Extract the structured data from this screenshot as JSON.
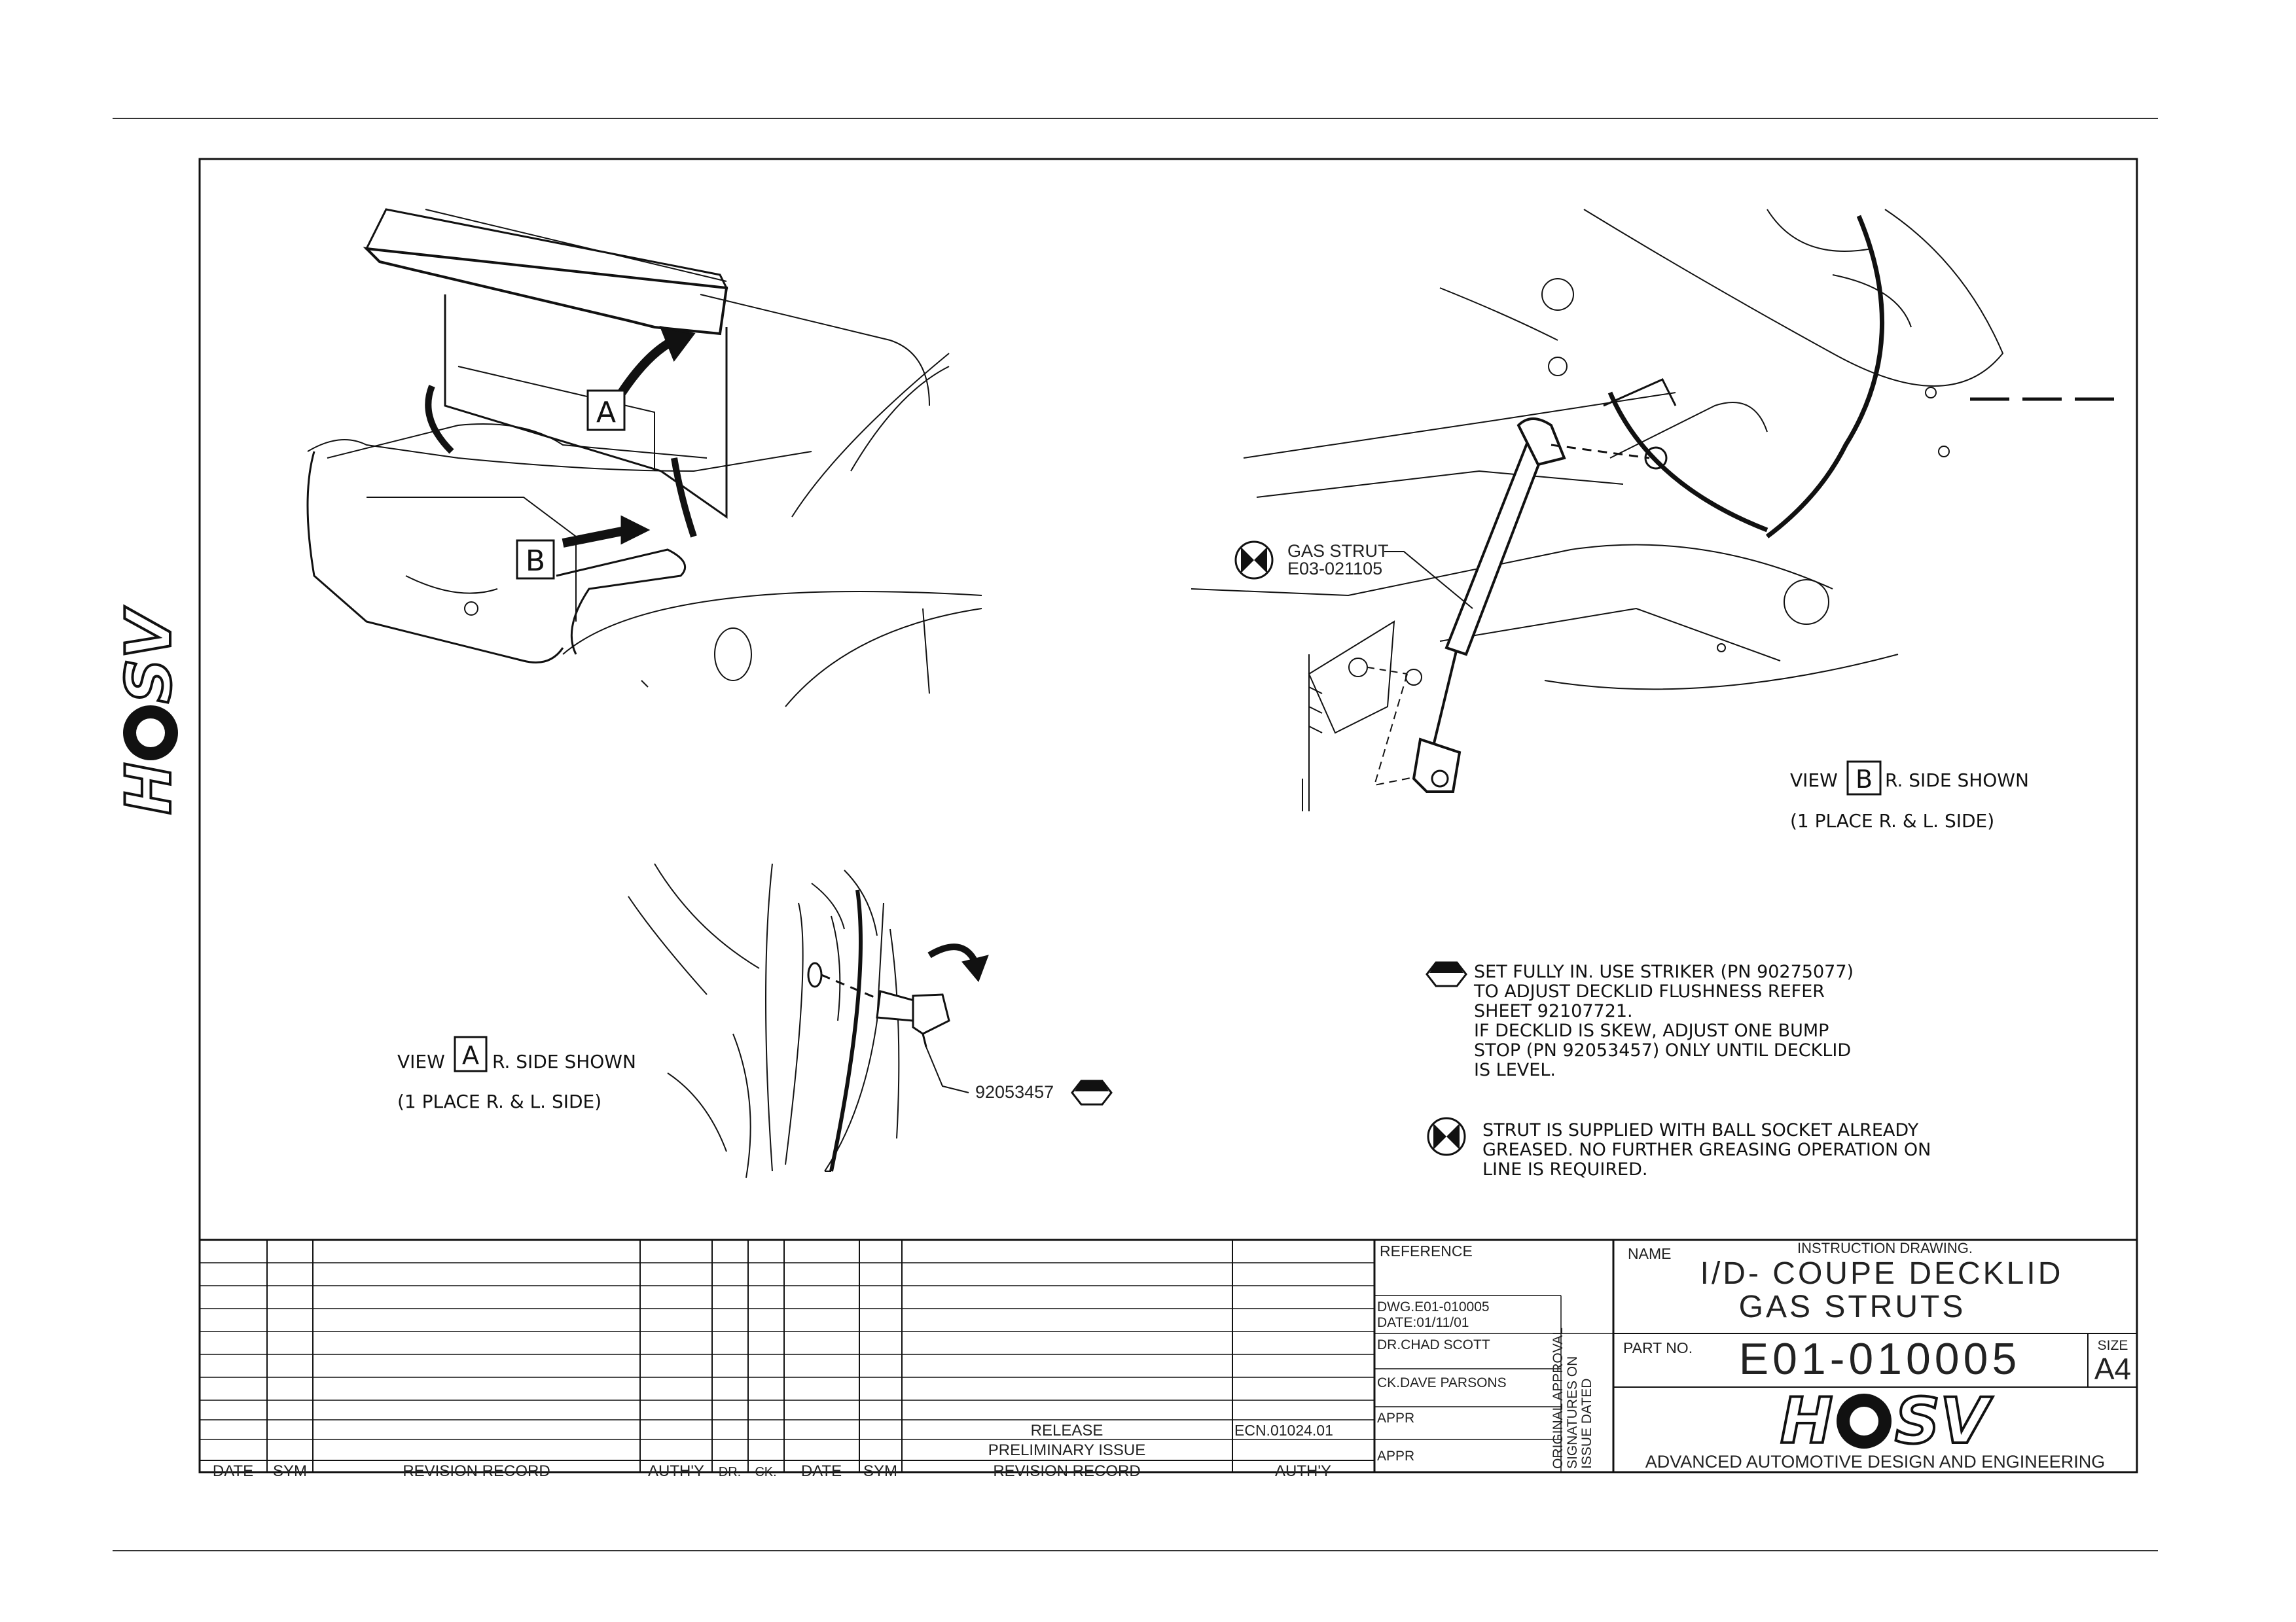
{
  "views": {
    "view_a": {
      "prefix": "VIEW",
      "letter": "A",
      "suffix": "R. SIDE SHOWN",
      "places": "(1 PLACE R. & L. SIDE)"
    },
    "view_b": {
      "prefix": "VIEW",
      "letter": "B",
      "suffix": "R. SIDE SHOWN",
      "places": "(1 PLACE R. & L. SIDE)"
    }
  },
  "callouts": {
    "arrow_a": "A",
    "arrow_b": "B",
    "gas_strut_name": "GAS STRUT",
    "gas_strut_pn": "E03-021105",
    "bump_stop_pn": "92053457"
  },
  "notes": {
    "hex_note": [
      "SET FULLY IN. USE STRIKER (PN 90275077)",
      "TO ADJUST DECKLID FLUSHNESS REFER",
      "SHEET 92107721.",
      "IF DECKLID IS SKEW, ADJUST ONE BUMP",
      "STOP (PN 92053457) ONLY UNTIL DECKLID",
      "IS LEVEL."
    ],
    "x_note": [
      "STRUT IS SUPPLIED WITH BALL SOCKET ALREADY",
      "GREASED. NO FURTHER GREASING OPERATION ON",
      "LINE IS REQUIRED."
    ]
  },
  "revision_table": {
    "headers": [
      "DATE",
      "SYM",
      "REVISION RECORD",
      "AUTH'Y",
      "DR.",
      "CK.",
      "DATE",
      "SYM",
      "REVISION RECORD",
      "AUTH'Y"
    ],
    "release_label": "RELEASE",
    "release_ecn": "ECN.01024.01",
    "preliminary_label": "PRELIMINARY ISSUE"
  },
  "title_block": {
    "reference_label": "REFERENCE",
    "dwg": "DWG.E01-010005",
    "date": "DATE:01/11/01",
    "drawn": "DR.CHAD SCOTT",
    "checked": "CK.DAVE PARSONS",
    "appr1": "APPR",
    "appr2": "APPR",
    "signatures_note": [
      "ORIGINAL APPROVAL",
      "SIGNATURES ON",
      "ISSUE DATED"
    ],
    "name_label": "NAME",
    "instruction": "INSTRUCTION DRAWING.",
    "title_line1": "I/D- COUPE DECKLID",
    "title_line2": "GAS STRUTS",
    "part_no_label": "PART NO.",
    "part_no": "E01-010005",
    "size_label": "SIZE",
    "size": "A4",
    "logo": "HSV",
    "company": "ADVANCED AUTOMOTIVE DESIGN AND ENGINEERING"
  },
  "side_logo": "HSV"
}
